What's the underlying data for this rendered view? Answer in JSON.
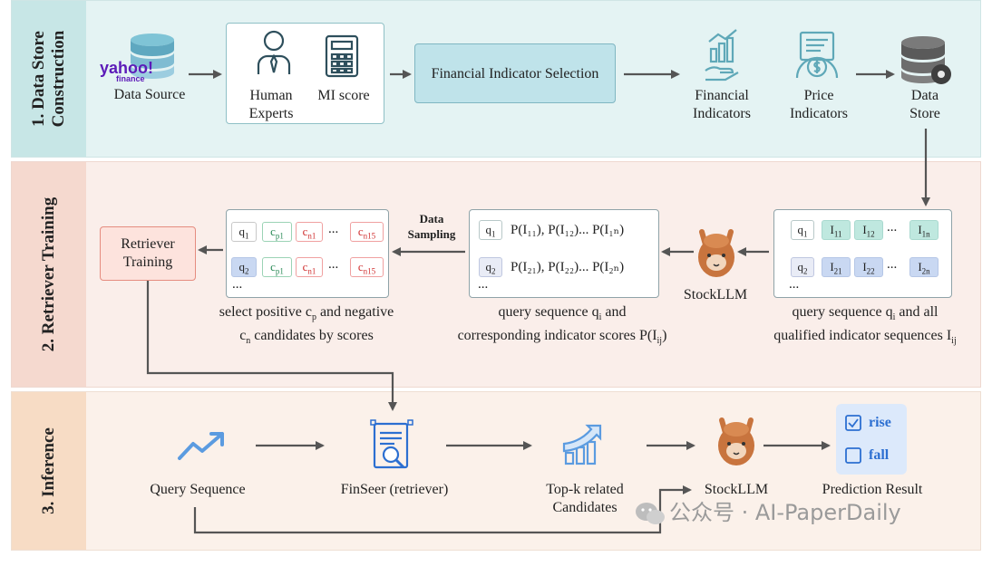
{
  "sections": [
    {
      "label": "1. Data Store\nConstruction"
    },
    {
      "label": "2. Retriever Training"
    },
    {
      "label": "3. Inference"
    }
  ],
  "s1": {
    "yahoo_logo": "yahoo!",
    "yahoo_sub": "finance",
    "data_source": "Data Source",
    "human_experts": "Human\nExperts",
    "mi_score": "MI score",
    "fis_box": "Financial Indicator Selection",
    "financial_indicators": "Financial\nIndicators",
    "price_indicators": "Price\nIndicators",
    "data_store": "Data\nStore"
  },
  "s2": {
    "retriever_training": "Retriever\nTraining",
    "data_sampling": "Data\nSampling",
    "stockllm": "StockLLM",
    "left_caption_l1_a": "select positive c",
    "left_caption_l1_sub": "p",
    "left_caption_l1_b": " and negative",
    "left_caption_l2_a": "c",
    "left_caption_l2_sub": "n",
    "left_caption_l2_b": " candidates by scores",
    "mid_caption_l1_a": "query sequence q",
    "mid_caption_l1_sub": "i",
    "mid_caption_l1_b": " and",
    "mid_caption_l2_a": "corresponding indicator scores P(I",
    "mid_caption_l2_sub": "ij",
    "mid_caption_l2_b": ")",
    "right_caption_l1_a": "query sequence q",
    "right_caption_l1_sub": "i",
    "right_caption_l1_b": " and all",
    "right_caption_l2_a": "qualified indicator sequences I",
    "right_caption_l2_sub": "ij",
    "ellipsis": "...",
    "ellipsis_bottom": "...",
    "left_rows": [
      {
        "q": "q",
        "q_sub": "1",
        "cp": "c",
        "cp_sub": "p1",
        "cn": "c",
        "cn_sub": "n1",
        "cn15": "c",
        "cn15_sub": "n15"
      },
      {
        "q": "q",
        "q_sub": "2",
        "cp": "c",
        "cp_sub": "p1",
        "cn": "c",
        "cn_sub": "n1",
        "cn15": "c",
        "cn15_sub": "n15"
      }
    ],
    "mid_rows": [
      {
        "q": "q",
        "q_sub": "1",
        "scores": "P(I₁₁), P(I₁₂)... P(I₁ₙ)"
      },
      {
        "q": "q",
        "q_sub": "2",
        "scores": "P(I₂₁), P(I₂₂)... P(I₂ₙ)"
      }
    ],
    "right_rows": [
      {
        "q": "q",
        "q_sub": "1",
        "i1": "I",
        "i1_sub": "11",
        "i2": "I",
        "i2_sub": "12",
        "in": "I",
        "in_sub": "1n"
      },
      {
        "q": "q",
        "q_sub": "2",
        "i1": "I",
        "i1_sub": "21",
        "i2": "I",
        "i2_sub": "22",
        "in": "I",
        "in_sub": "2n"
      }
    ]
  },
  "s3": {
    "query_sequence": "Query Sequence",
    "finseer": "FinSeer (retriever)",
    "topk": "Top-k related\nCandidates",
    "stockllm": "StockLLM",
    "prediction_result": "Prediction Result",
    "rise": "rise",
    "fall": "fall",
    "watermark": "公众号 · AI-PaperDaily"
  },
  "colors": {
    "teal_icon": "#5fa8b8",
    "arrow": "#555555",
    "alpaca": "#c8743e",
    "option_blue": "#2c6fd1"
  }
}
